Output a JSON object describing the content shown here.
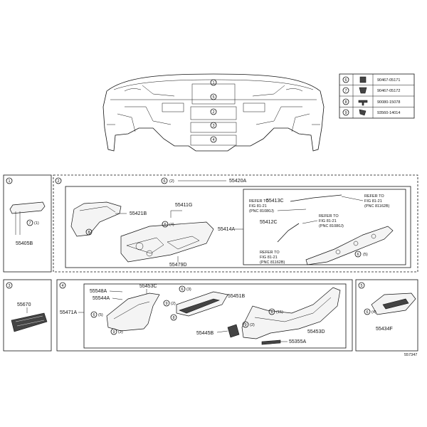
{
  "fastener_legend": [
    {
      "num": "6",
      "code": "90467-05171"
    },
    {
      "num": "7",
      "code": "90467-05172"
    },
    {
      "num": "8",
      "code": "90080-15078"
    },
    {
      "num": "9",
      "code": "93560-14014"
    }
  ],
  "overview": {
    "callouts": [
      "1",
      "2",
      "3",
      "4",
      "5"
    ]
  },
  "panel1": {
    "num": "1",
    "part": "55405B",
    "callout": "7",
    "qty": "(1)"
  },
  "panel2": {
    "num": "2",
    "header_part": "55420A",
    "header_callout": "6",
    "header_qty": "(2)",
    "part_55421b": "55421B",
    "part_55411g": "55411G",
    "part_55414a": "55414A",
    "part_55479d": "55479D",
    "callout_8": "8",
    "callout_6a": "6",
    "qty_6a": "(4)",
    "ref_box": {
      "part_55413c": "55413C",
      "part_55412c": "55412C",
      "ref1_line1": "REFER TO",
      "ref1_line2": "FIG 81-21",
      "ref1_line3": "(PNC 81080J)",
      "ref2_line1": "REFER TO",
      "ref2_line2": "FIG 81-21",
      "ref2_line3": "(PNC 81162B)",
      "ref3_line1": "REFER TO",
      "ref3_line2": "FIG 81-21",
      "ref3_line3": "(PNC 81080J)",
      "ref4_line1": "REFER TO",
      "ref4_line2": "FIG 81-21",
      "ref4_line3": "(PNC 81162B)",
      "callout_6b": "6",
      "qty_6b": "(5)"
    }
  },
  "panel3": {
    "num": "3",
    "part": "55670"
  },
  "panel4": {
    "num": "4",
    "part_55471a": "55471A",
    "part_55548a": "55548A",
    "part_55544a": "55544A",
    "part_55453c": "55453C",
    "part_55451b": "55451B",
    "part_55445b": "55445B",
    "part_55453d": "55453D",
    "part_55355a": "55355A",
    "callout_6c": "6",
    "qty_6c": "(5)",
    "callout_9a": "9",
    "qty_9a": "(2)",
    "callout_6d": "6",
    "qty_6d": "(3)",
    "callout_9b": "9",
    "qty_9b": "(2)",
    "callout_8b": "8",
    "callout_6e": "6",
    "qty_6e": "(15)",
    "callout_9c": "9",
    "qty_9c": "(2)"
  },
  "panel5": {
    "num": "5",
    "part": "55434F",
    "callout": "6",
    "qty": "(4)"
  },
  "figure_id": "557347"
}
